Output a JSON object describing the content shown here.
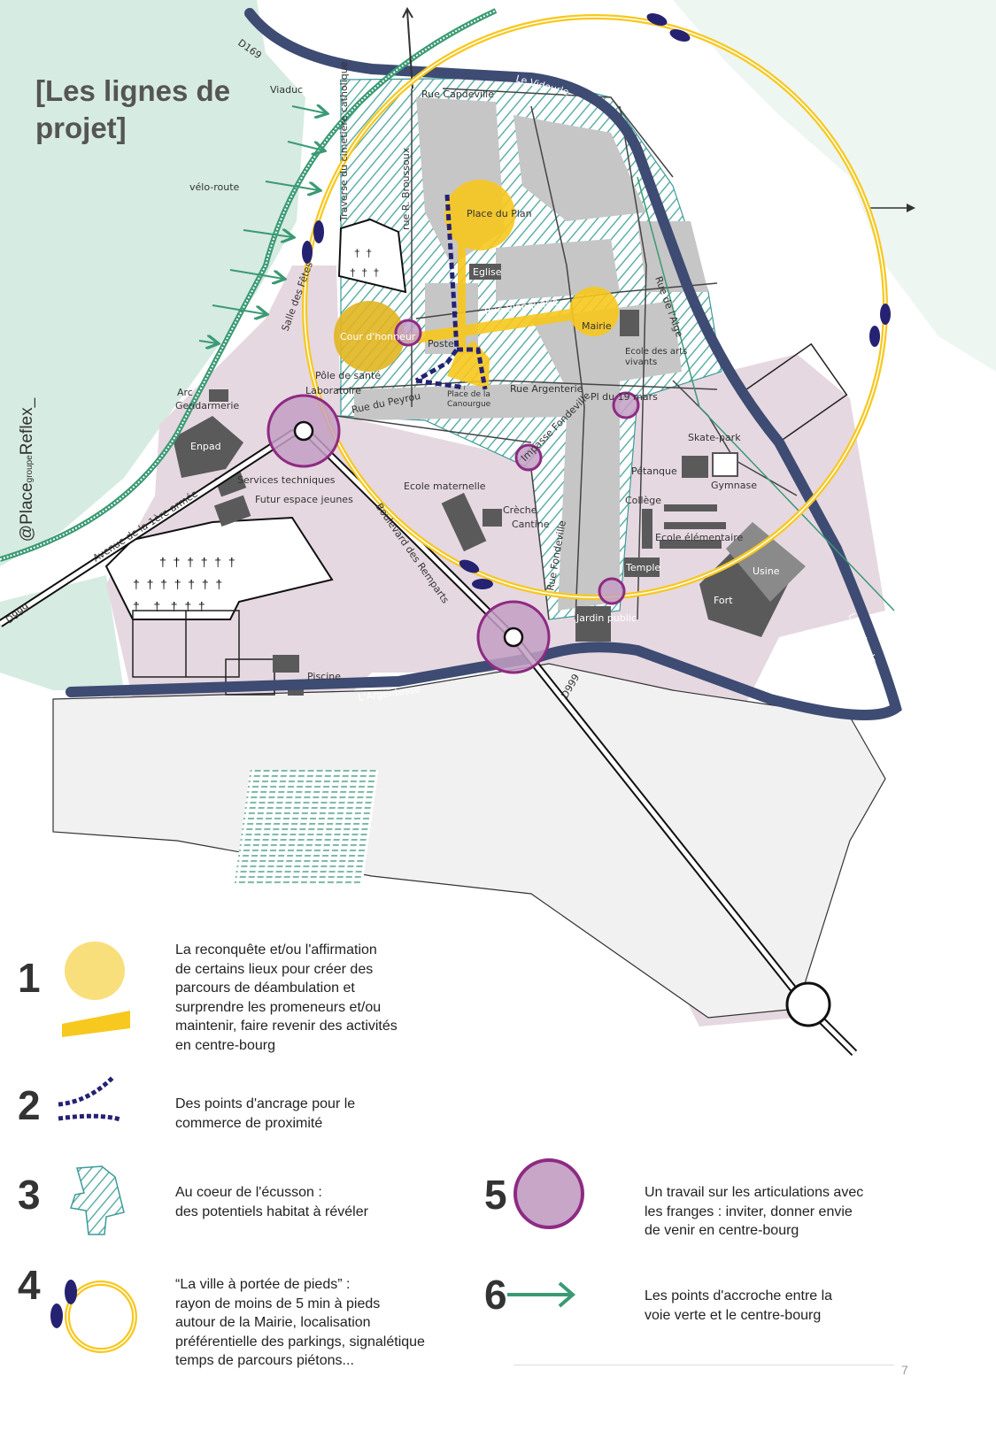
{
  "title": "[Les lignes de projet]",
  "watermark": {
    "prefix": "@Place",
    "sub": "groupe",
    "suffix": "Reflex_"
  },
  "page_number": "7",
  "colors": {
    "green": "#d6ebe1",
    "pink": "#e6d8e0",
    "river": "#3e4b73",
    "yellow": "#f7c81e",
    "purple": "#8e2a83",
    "navy": "#252272",
    "teal": "#3f9a9a",
    "velo": "#3a9a74"
  },
  "map_labels": {
    "d169": "D169",
    "viaduc": "Viaduc",
    "velo_route": "vélo-route",
    "traverse": "Traverse du cimetière catholique",
    "rue_capdeville": "Rue Capdeville",
    "vidourle_top": "Le Vidourle",
    "vidourle_right": "Le Vidourle",
    "rue_broussoux": "rue R. Broussoux",
    "place_du_plan": "Place du Plan",
    "eglise": "Eglise",
    "salle_des_fetes": "Salle des Fêtes",
    "cour_honneur": "Cour d'honneur",
    "poste": "Poste",
    "rue_blanquerie": "Rue Blanquerie",
    "mairie": "Mairie",
    "rue_alge": "Rue de l'Alge",
    "ecole_arts": "Ecole des arts vivants",
    "pole_sante": "Pôle de santé",
    "laboratoire": "Laboratoire",
    "rue_peyrou": "Rue du Peyrou",
    "place_canourgue": "Place de la Canourgue",
    "rue_argenterie": "Rue Argenterie",
    "pl_19_mars": "Pl du 19 mars",
    "arc": "Arc",
    "gendarmerie": "Gendarmerie",
    "enpad": "Enpad",
    "impasse_fondeville": "Impasse Fondeville",
    "skate_park": "Skate-park",
    "petanque": "Pétanque",
    "gymnase": "Gymnase",
    "services_techniques": "Services techniques",
    "futur_espace": "Futur espace jeunes",
    "ecole_maternelle": "Ecole maternelle",
    "creche": "Crèche",
    "cantine": "Cantine",
    "college": "Collège",
    "avenue": "Avenue de la 1ère armée",
    "boulevard": "Boulevard des Remparts",
    "ecole_elementaire": "Ecole élémentaire",
    "temple": "Temple",
    "usine": "Usine",
    "fort": "Fort",
    "rue_fondeville": "Rue Fondeville",
    "jardin_public": "Jardin public",
    "d999_left": "D999",
    "d999_mid": "D999",
    "piscine": "Piscine",
    "argentesse": "L'Argentesse"
  },
  "legend": [
    {
      "num": "1",
      "icon": "yellow-place-circle-and-line",
      "text": "La reconquête et/ou l'affirmation\n de certains lieux pour créer des\nparcours de déambulation et\nsurprendre les promeneurs et/ou\nmaintenir, faire revenir des activités\nen centre-bourg"
    },
    {
      "num": "2",
      "icon": "navy-dashed-lines",
      "text": "Des points d'ancrage pour le\ncommerce de proximité"
    },
    {
      "num": "3",
      "icon": "teal-hatched-shape",
      "text": "Au coeur de l'écusson :\ndes potentiels habitat à révéler"
    },
    {
      "num": "4",
      "icon": "footsteps-yellow-ring",
      "text": "“La ville à portée de pieds” :\nrayon de moins de 5 min à pieds\nautour de la Mairie, localisation\npréférentielle des parkings, signalétique\ntemps de parcours piétons..."
    },
    {
      "num": "5",
      "icon": "purple-circle",
      "text": "Un travail sur les articulations avec\nles franges : inviter, donner envie\nde venir en centre-bourg"
    },
    {
      "num": "6",
      "icon": "green-arrow",
      "text": "Les points d'accroche  entre la\nvoie verte et le centre-bourg"
    }
  ]
}
